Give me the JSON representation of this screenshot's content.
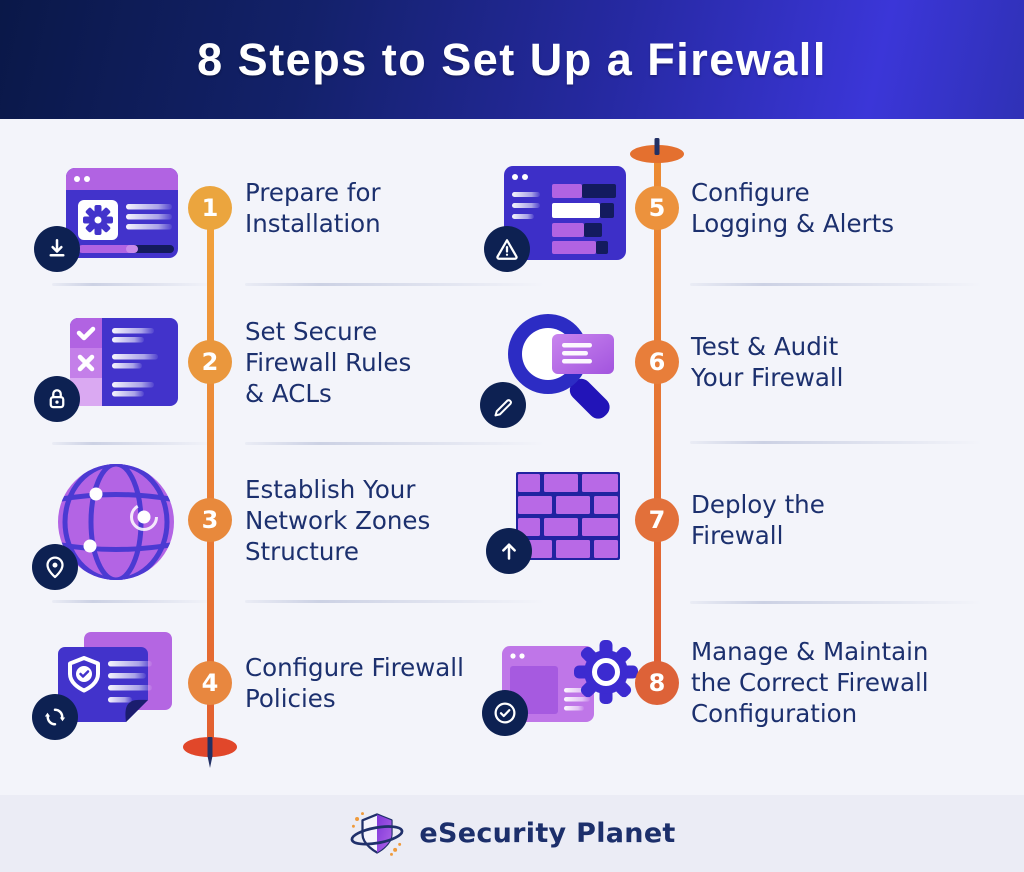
{
  "header": {
    "title": "8 Steps to Set Up a Firewall"
  },
  "colors": {
    "header_gradient_start": "#0a1848",
    "header_gradient_end": "#3b36d8",
    "body_background": "#f3f4fa",
    "footer_background": "#ebecf5",
    "timeline_orange": "#ef8f36",
    "text_navy": "#1c306e",
    "badge_navy": "#0d2152",
    "illustration_indigo": "#4233cb",
    "illustration_purple": "#b163e2"
  },
  "steps": [
    {
      "number": "1",
      "title": "Prepare for\nInstallation",
      "icon": "browser-download-icon",
      "badge_icon": "download-icon",
      "circle_color": "#eba53e",
      "column": "left"
    },
    {
      "number": "2",
      "title": "Set Secure\nFirewall Rules\n& ACLs",
      "icon": "firewall-rules-checklist-icon",
      "badge_icon": "lock-icon",
      "circle_color": "#ea973d",
      "column": "left"
    },
    {
      "number": "3",
      "title": "Establish Your\nNetwork Zones\nStructure",
      "icon": "network-globe-icon",
      "badge_icon": "location-pin-icon",
      "circle_color": "#e8893c",
      "column": "left"
    },
    {
      "number": "4",
      "title": "Configure Firewall\nPolicies",
      "icon": "policy-document-icon",
      "badge_icon": "sync-icon",
      "circle_color": "#e8873f",
      "column": "left"
    },
    {
      "number": "5",
      "title": "Configure\nLogging & Alerts",
      "icon": "logging-panel-icon",
      "badge_icon": "warning-icon",
      "circle_color": "#ec923d",
      "column": "right"
    },
    {
      "number": "6",
      "title": "Test & Audit\nYour Firewall",
      "icon": "audit-magnifier-icon",
      "badge_icon": "pencil-icon",
      "circle_color": "#e87e3a",
      "column": "right"
    },
    {
      "number": "7",
      "title": "Deploy the\nFirewall",
      "icon": "brick-wall-icon",
      "badge_icon": "arrow-up-icon",
      "circle_color": "#e2703a",
      "column": "right"
    },
    {
      "number": "8",
      "title": "Manage & Maintain\nthe Correct Firewall\nConfiguration",
      "icon": "manage-gear-icon",
      "badge_icon": "check-circle-icon",
      "circle_color": "#dd6238",
      "column": "right"
    }
  ],
  "footer": {
    "brand": "eSecurity Planet"
  }
}
